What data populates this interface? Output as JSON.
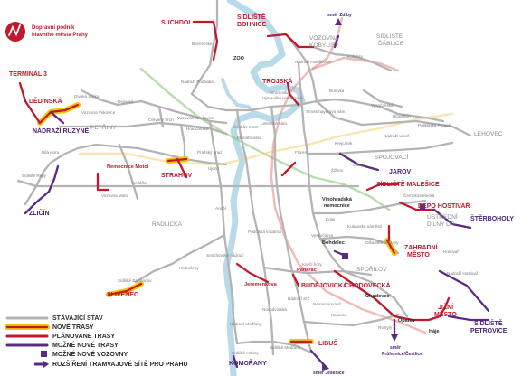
{
  "brand": {
    "line1": "Dopravní podnik",
    "line2": "hlavního města Prahy",
    "color": "#c0192b"
  },
  "colors": {
    "existing": "#b4b4b4",
    "new_halo": "#f5c400",
    "new_core": "#c0192b",
    "planned": "#c0192b",
    "possible": "#5b2a86",
    "depot": "#5b2a86",
    "river": "#b9dbe9",
    "metro_a": "#7cc26a",
    "metro_b": "#f2d16b",
    "metro_c": "#e8827b"
  },
  "legend": [
    {
      "kind": "existing",
      "label": "STÁVAJÍCÍ STAV"
    },
    {
      "kind": "new",
      "label": "NOVÉ TRASY"
    },
    {
      "kind": "planned",
      "label": "PLÁNOVANÉ TRASY"
    },
    {
      "kind": "possible",
      "label": "MOŽNÉ NOVÉ TRASY"
    },
    {
      "kind": "depot",
      "label": "MOŽNÉ NOVÉ VOZOVNY"
    },
    {
      "kind": "arrow",
      "label": "ROZŠÍŘENÍ TRAMVAJOVÉ SÍTĚ PRO PRAHU"
    }
  ],
  "labels": {
    "red": {
      "suchdol": "SUCHDOL",
      "sidliste_bohnice_1": "SÍDLIŠTĚ",
      "sidliste_bohnice_2": "BOHNICE",
      "terminal3": "TERMINÁL 3",
      "dedinska": "DĚDINSKÁ",
      "trojska": "TROJSKÁ",
      "nemocnice_motol": "Nemocnice Motol",
      "strahov": "STRAHOV",
      "sidliste_malesice": "SÍDLIŠTĚ MALEŠICE",
      "depo_hostivar": "DEPO HOSTIVAŘ",
      "zahradni_mesto_1": "ZAHRADNÍ",
      "zahradni_mesto_2": "MĚSTO",
      "jizni_mesto_1": "JIŽNÍ",
      "jizni_mesto_2": "MĚSTO",
      "slivenec": "SLIVENEC",
      "pankrac": "Pankrác",
      "budejovicka": "BUDĚJOVICKÁ",
      "jeremenkova": "Jeremenkova",
      "chodovecka": "CHODOVECKÁ",
      "chodovec": "Chodovec",
      "opatov": "Opatov",
      "haje": "Háje",
      "libus": "LIBUŠ",
      "vinohradska_1": "Vinohradská",
      "vinohradska_2": "nemocnice",
      "bohdalec": "Bohdalec",
      "zoo": "ZOO"
    },
    "purple": {
      "nadrazi_ruzyne": "NÁDRAŽÍ RUZYNĚ",
      "zlicin": "ZLIČÍN",
      "jarov": "JAROV",
      "sterboholy": "ŠTĚRBOHOLY",
      "sidliste_petrovice_1": "SÍDLIŠTĚ",
      "sidliste_petrovice_2": "PETROVICE",
      "komorany": "KOMOŘANY",
      "smer_zdiby": "směr Zdiby",
      "smer_pruhonice": "směr",
      "smer_pruhonice_2": "Průhonice/Čestlice",
      "smer_jesenice": "směr Jesenice"
    },
    "grey_big": {
      "vozovna_kobylisy_1": "VOZOVNA",
      "vozovna_kobylisy_2": "KOBYLISY",
      "sidliste_dablice_1": "SÍDLIŠTĚ",
      "sidliste_dablice_2": "ĎÁBLICE",
      "petriny": "PETŘINY",
      "lehovec": "LEHOVEC",
      "spojovaci": "SPOJOVACÍ",
      "radlicka": "RADLICKÁ",
      "spořilov": "SPOŘILOV",
      "ustredni_1": "ÚSTŘEDNÍ",
      "ustredni_2": "DÍLNY DP"
    },
    "grey": {
      "bilenec": "Bílenečské",
      "nadrazi_podbaba": "Nádraží Podbaba",
      "nadrazi_holesovice": "Nádraží Holešovice",
      "strossmayerovo": "Strossmayerovo nám.",
      "vystaviste": "Výstaviště Holešovice",
      "stromovka": "Stromovka",
      "prazskeho_povstani": "Pražského povstání",
      "letenske": "Letenské nám.",
      "cechuv_most": "Čechův most",
      "divoka_sarka": "Divoká Šárka",
      "vozovna_vokovice": "Vozovna Vokovice",
      "vozovna_strasnice": "Vozovna Střešovice",
      "hradcanska": "Hradčanská",
      "dejvicka": "Dejvická",
      "vyseh": "Vyšehrad",
      "palmovka": "Palmovka",
      "bulovka": "Bulovka",
      "vysocanska": "Vysočanská",
      "nadrazi_vysocany": "Nádraží Vysočany",
      "poliklinika_prosek": "Poliklinika Prosek",
      "kobylisy": "Kobylisy",
      "florenc": "Florenc",
      "krejcarek": "Krejcárek",
      "hloubetin": "Hloubětín",
      "nadrazi_liben": "Nádraží Libeň",
      "staré_strasnice": "Staré Strašnice",
      "cernokostelecka": "Černokostelecká",
      "malostranska": "Malostranská",
      "nemocnice_motol_grey": "Vozovna Motol",
      "kotlarka": "Kotlářka",
      "andel": "Anděl",
      "smichov": "Smíchovské nádraží",
      "podolska": "Podolská vodárna",
      "barrandov": "Sídliště Barrandov",
      "hlubocepy": "Hlubočepy",
      "kavci_hory": "Kavčí hory",
      "nadrazi_hostivar": "Nádraží Hostivař",
      "sidliste_modrany": "Sídliště Modřany",
      "sidliste_hrbety": "Sídliště Hrbety",
      "nadrazi_modrany": "Nádraží Modřany",
      "levanda": "Levandulová",
      "olsanske": "Olšanské hřbitovy",
      "radlicka_small": "Radošovická",
      "kubanske": "Kubánské náměstí",
      "zelenohorska": "Želivského",
      "sidliste_repy": "Sídliště Řepy",
      "bila_hora": "Bílá Hora",
      "hrad": "Pražský hrad",
      "ujezd": "Újezd",
      "cerveny_vrch": "Červený Vrch",
      "brozikova": "Brožíkova",
      "hostivar": "Hostivař",
      "nemocnice_krc": "Nemocnice Krč",
      "budejovicka_small": "Kačerov",
      "opatov_small": "Roztyly",
      "novodvorska": "Novodvorská",
      "nadrazi_krc": "Nádraží Krč",
      "koleje": "Kolej",
      "vyskocilova": "Vyskočilova",
      "zizkov": "Žižkov",
      "olsany": "Olšany"
    }
  }
}
